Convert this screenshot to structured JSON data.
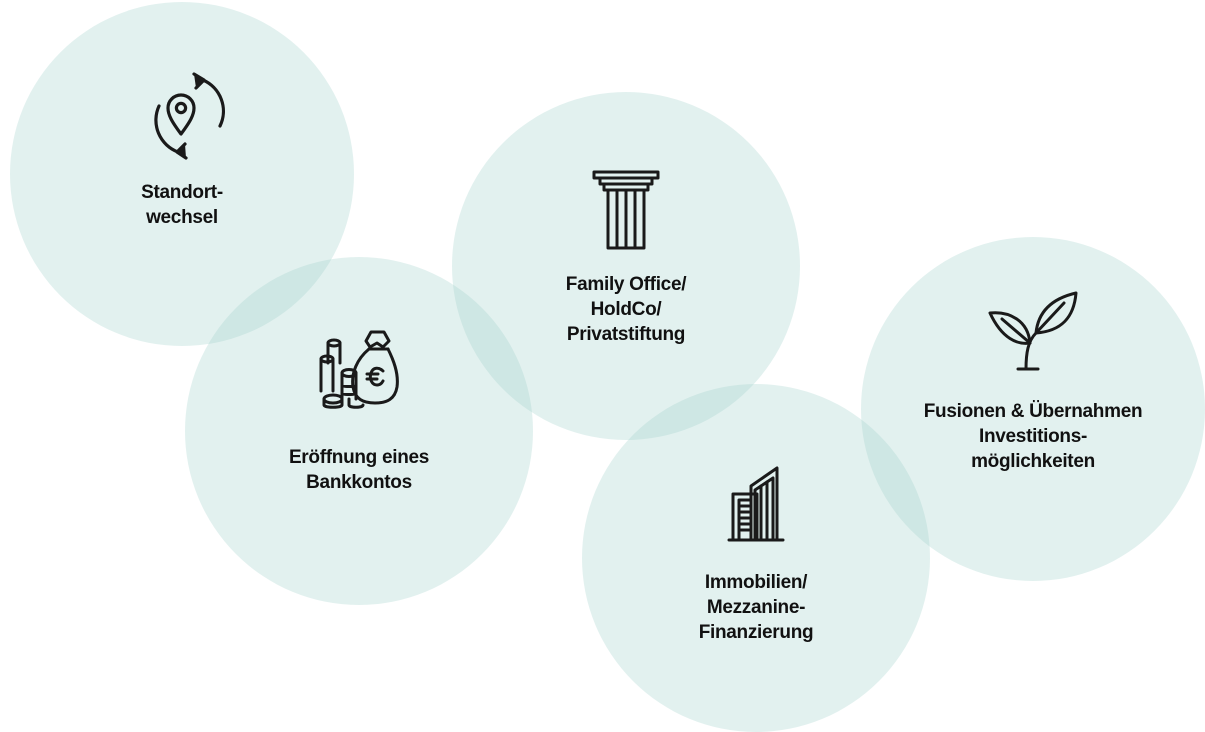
{
  "circles": {
    "standort": {
      "icon": "relocation-pin-icon",
      "lines": [
        "Standort-",
        "wechsel"
      ]
    },
    "bank": {
      "icon": "money-bag-euro-icon",
      "lines": [
        "Eröffnung eines",
        "Bankkontos"
      ]
    },
    "family": {
      "icon": "pillar-icon",
      "lines": [
        "Family Office/",
        "HoldCo/",
        "Privatstiftung"
      ]
    },
    "immo": {
      "icon": "building-icon",
      "lines": [
        "Immobilien/",
        "Mezzanine-",
        "Finanzierung"
      ]
    },
    "fusion": {
      "icon": "sprout-icon",
      "lines": [
        "Fusionen & Übernahmen",
        "Investitions-",
        "möglichkeiten"
      ]
    }
  },
  "colors": {
    "circle_fill": "#9ed2ca",
    "text": "#111111",
    "icon_stroke": "#1a1a1a"
  }
}
